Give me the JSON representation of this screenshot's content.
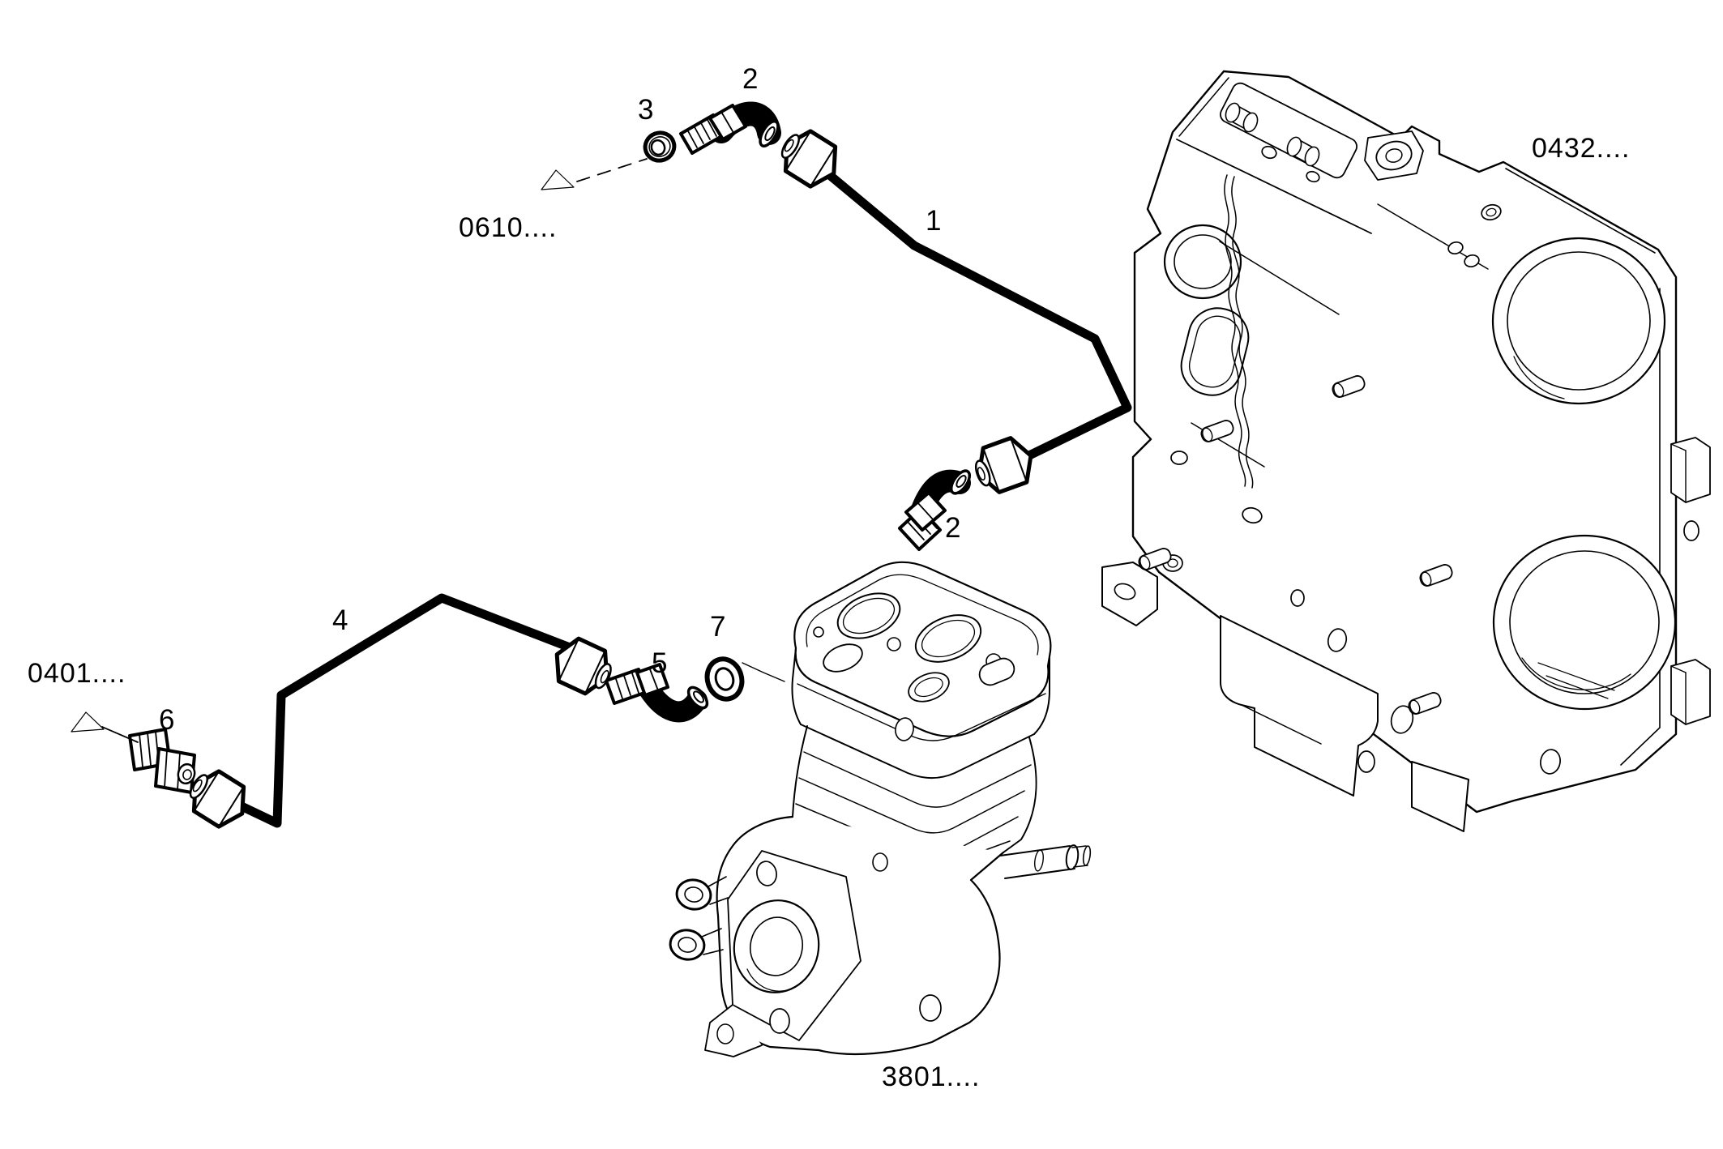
{
  "figure": {
    "background_color": "#ffffff",
    "line_color": "#000000",
    "arrow_fill_color": "#8c8c8c",
    "callouts": {
      "c1": "1",
      "c2_upper": "2",
      "c2_lower": "2",
      "c3": "3",
      "c4": "4",
      "c5": "5",
      "c6": "6",
      "c7": "7"
    },
    "ref_codes": {
      "r0610": "0610....",
      "r0401": "0401....",
      "r0432": "0432....",
      "r3801": "3801...."
    }
  }
}
